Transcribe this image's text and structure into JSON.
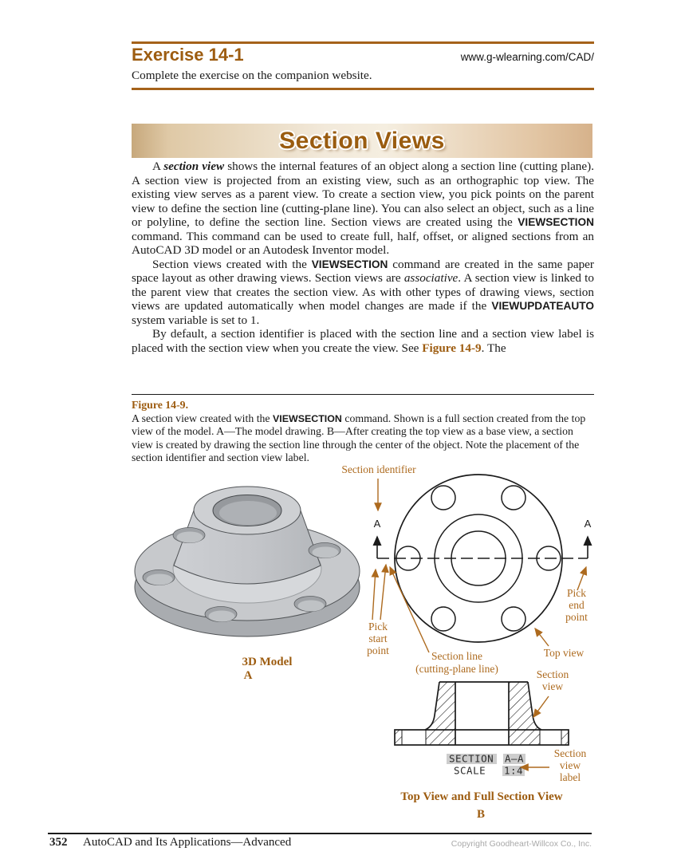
{
  "exercise": {
    "title": "Exercise 14-1",
    "url": "www.g-wlearning.com/CAD/",
    "body": "Complete the exercise on the companion website."
  },
  "banner": {
    "title": "Section Views"
  },
  "body": {
    "p1": [
      {
        "t": "A ",
        "s": "n"
      },
      {
        "t": "section view",
        "s": "bi"
      },
      {
        "t": " shows the internal features of an object along a section line (cutting plane). A section view is projected from an existing view, such as an orthographic top view. The existing view serves as a parent view. To create a section view, you pick points on the parent view to define the section line (cutting-plane line). You can also select an object, such as a line or polyline, to define the section line. Section views are created using the ",
        "s": "n"
      },
      {
        "t": "VIEWSECTION",
        "s": "b"
      },
      {
        "t": " command. This command can be used to create full, half, offset, or aligned sections from an AutoCAD 3D model or an Autodesk Inventor model.",
        "s": "n"
      }
    ],
    "p2": [
      {
        "t": "Section views created with the ",
        "s": "n"
      },
      {
        "t": "VIEWSECTION",
        "s": "b"
      },
      {
        "t": " command are created in the same paper space layout as other drawing views. Section views are ",
        "s": "n"
      },
      {
        "t": "associative",
        "s": "i"
      },
      {
        "t": ". A section view is linked to the parent view that creates the section view. As with other types of drawing views, section views are updated automatically when model changes are made if the ",
        "s": "n"
      },
      {
        "t": "VIEWUPDATEAUTO",
        "s": "b"
      },
      {
        "t": " system variable is set to 1.",
        "s": "n"
      }
    ],
    "p3": [
      {
        "t": "By default, a section identifier is placed with the section line and a section view label is placed with the section view when you create the view. See ",
        "s": "n"
      },
      {
        "t": "Figure 14-9",
        "s": "ref"
      },
      {
        "t": ". The",
        "s": "n"
      }
    ]
  },
  "figure_caption": {
    "number": "Figure 14-9.",
    "segments": [
      {
        "t": "A section view created with the ",
        "s": "n"
      },
      {
        "t": "VIEWSECTION",
        "s": "b"
      },
      {
        "t": " command. Shown is a full section created from the top view of the model. A—The model drawing. B—After creating the top view as a base view, a section view is created by drawing the section line through the center of the object. Note the placement of the section identifier and section view label.",
        "s": "n"
      }
    ]
  },
  "figure": {
    "labels": {
      "section_identifier": "Section identifier",
      "pick_start_1": "Pick",
      "pick_start_2": "start",
      "pick_start_3": "point",
      "section_line_1": "Section line",
      "section_line_2": "(cutting-plane line)",
      "top_view": "Top view",
      "pick_end_1": "Pick",
      "pick_end_2": "end",
      "pick_end_3": "point",
      "section_view_1": "Section",
      "section_view_2": "view",
      "svl_1": "Section",
      "svl_2": "view",
      "svl_3": "label",
      "identifier_letter": "A"
    },
    "cad_label": {
      "section_word": "SECTION",
      "section_ref": "A–A",
      "scale_word": "SCALE",
      "scale_value": "1:4"
    },
    "captions": {
      "model": "3D Model",
      "model_letter": "A",
      "section": "Top View and Full Section View",
      "section_letter": "B"
    }
  },
  "footer": {
    "page_number": "352",
    "book_title": "AutoCAD and Its Applications—Advanced",
    "copyright": "Copyright Goodheart-Willcox Co., Inc."
  },
  "colors": {
    "accent": "#9d5c10",
    "label": "#ad6a1e",
    "rule": "#a5621a"
  }
}
